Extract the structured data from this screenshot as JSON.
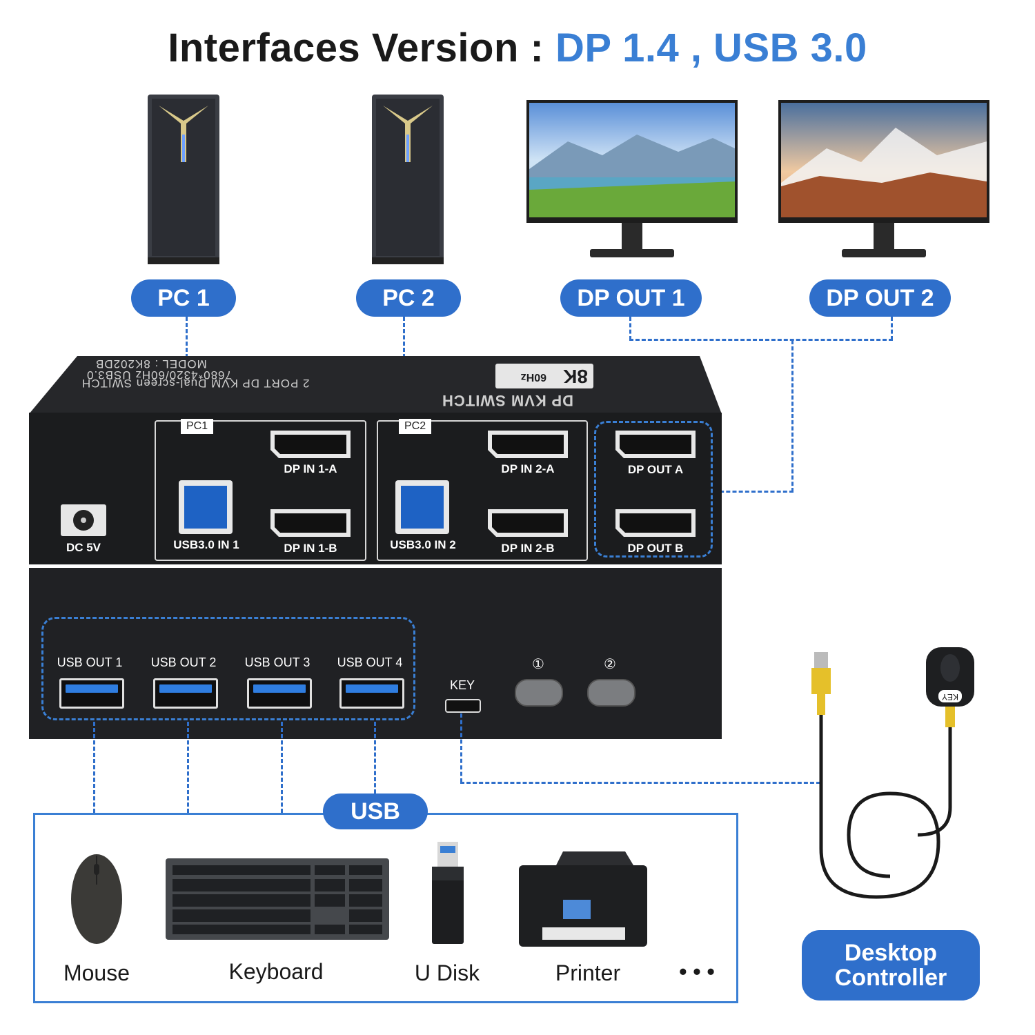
{
  "header": {
    "title_prefix": "Interfaces Version : ",
    "title_accent": "DP 1.4 , USB 3.0"
  },
  "top_labels": {
    "pc1": "PC 1",
    "pc2": "PC 2",
    "dp_out1": "DP OUT 1",
    "dp_out2": "DP OUT 2"
  },
  "device_top": {
    "line1": "DP KVM SWITCH",
    "line2": "2 PORT DP KVM Dual-screen SWITCH",
    "line3": "7680*4320/60Hz USB3.0",
    "line4": "MODEL : 8K202DB",
    "badge_big": "8K",
    "badge_small": "60Hz"
  },
  "rear_panel": {
    "tag_pc1": "PC1",
    "tag_pc2": "PC2",
    "dp_in_1a": "DP IN 1-A",
    "dp_in_1b": "DP IN 1-B",
    "usb_in_1": "USB3.0 IN 1",
    "dp_in_2a": "DP IN 2-A",
    "dp_in_2b": "DP IN 2-B",
    "usb_in_2": "USB3.0 IN 2",
    "dp_out_a": "DP OUT A",
    "dp_out_b": "DP OUT B",
    "dc": "DC 5V"
  },
  "front_panel": {
    "usb_out_1": "USB OUT 1",
    "usb_out_2": "USB OUT 2",
    "usb_out_3": "USB OUT 3",
    "usb_out_4": "USB OUT 4",
    "key": "KEY",
    "btn1": "①",
    "btn2": "②"
  },
  "usb_section": {
    "label": "USB",
    "devices": [
      "Mouse",
      "Keyboard",
      "U Disk",
      "Printer"
    ],
    "more": "• • •"
  },
  "controller": {
    "line1": "Desktop",
    "line2": "Controller",
    "key_text": "KEY"
  },
  "colors": {
    "accent": "#3a7fd4",
    "pill": "#2f6fcb",
    "device_body": "#1b1c1e"
  }
}
